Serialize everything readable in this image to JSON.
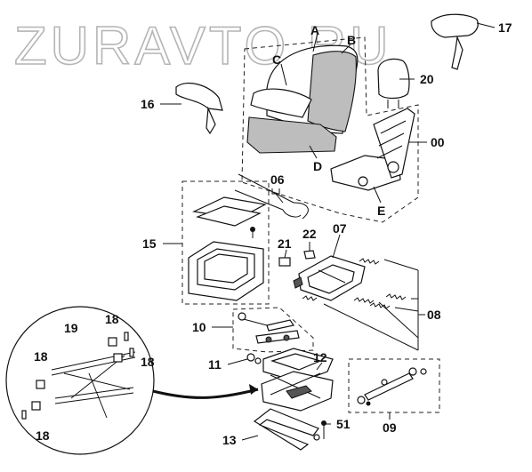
{
  "watermark": "ZURAVTO.RU",
  "callouts": {
    "A": "A",
    "B": "B",
    "C": "C",
    "D": "D",
    "E": "E",
    "p00": "00",
    "p06": "06",
    "p07": "07",
    "p08": "08",
    "p09": "09",
    "p10": "10",
    "p11": "11",
    "p12": "12",
    "p13": "13",
    "p15": "15",
    "p16": "16",
    "p17": "17",
    "p18a": "18",
    "p18b": "18",
    "p18c": "18",
    "p18d": "18",
    "p19": "19",
    "p20": "20",
    "p21": "21",
    "p22": "22",
    "p51": "51"
  }
}
